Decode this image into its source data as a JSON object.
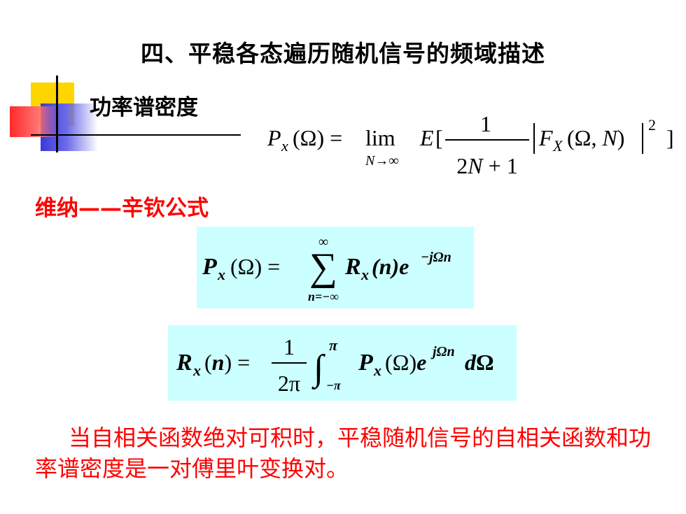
{
  "title": "四、平稳各态遍历随机信号的频域描述",
  "heading": "功率谱密度",
  "formula_psd_def": {
    "lhs": "P_x(Ω) =",
    "limit": "lim",
    "limit_sub": "N→∞",
    "expect": "E[",
    "frac_num": "1",
    "frac_den": "2N + 1",
    "abs_inner": "F_X(Ω, N)",
    "power": "2",
    "close": "]"
  },
  "section_label": "维纳——辛钦公式",
  "formula_wk1": {
    "lhs": "P_x(Ω) =",
    "sum_upper": "∞",
    "sum_lower": "n=−∞",
    "term": "R_x(n)e",
    "exponent": "−jΩn"
  },
  "formula_wk2": {
    "lhs": "R_x(n) =",
    "frac_num": "1",
    "frac_den": "2π",
    "int_upper": "π",
    "int_lower": "−π",
    "integrand": "P_x(Ω)e",
    "exponent": "jΩn",
    "differential": "dΩ"
  },
  "conclusion": "当自相关函数绝对可积时，平稳随机信号的自相关函数和功率谱密度是一对傅里叶变换对。",
  "colors": {
    "accent_red": "#ff0000",
    "formula_box": "#ccffff"
  }
}
